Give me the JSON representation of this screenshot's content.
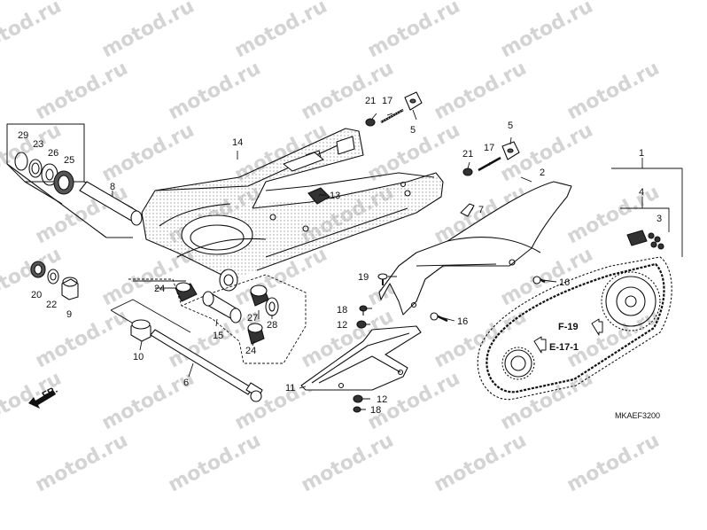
{
  "watermark": "motod.ru",
  "diagram_code": "MKAEF3200",
  "direction_label": "FR.",
  "refs": {
    "f19": "F-19",
    "e171": "E-17-1"
  },
  "callouts": {
    "c1": "1",
    "c2": "2",
    "c3": "3",
    "c4": "4",
    "c5a": "5",
    "c5b": "5",
    "c6": "6",
    "c7": "7",
    "c8": "8",
    "c9": "9",
    "c10": "10",
    "c11": "11",
    "c12a": "12",
    "c12b": "12",
    "c13": "13",
    "c14": "14",
    "c15": "15",
    "c16a": "16",
    "c16b": "16",
    "c17a": "17",
    "c17b": "17",
    "c18a": "18",
    "c18b": "18",
    "c19": "19",
    "c20": "20",
    "c21a": "21",
    "c21b": "21",
    "c22": "22",
    "c23": "23",
    "c24a": "24",
    "c24b": "24",
    "c25": "25",
    "c26": "26",
    "c27": "27",
    "c28": "28",
    "c29": "29"
  },
  "colors": {
    "line": "#111111",
    "watermark": "#d4d4d4",
    "hatch": "#bdbdbd"
  }
}
